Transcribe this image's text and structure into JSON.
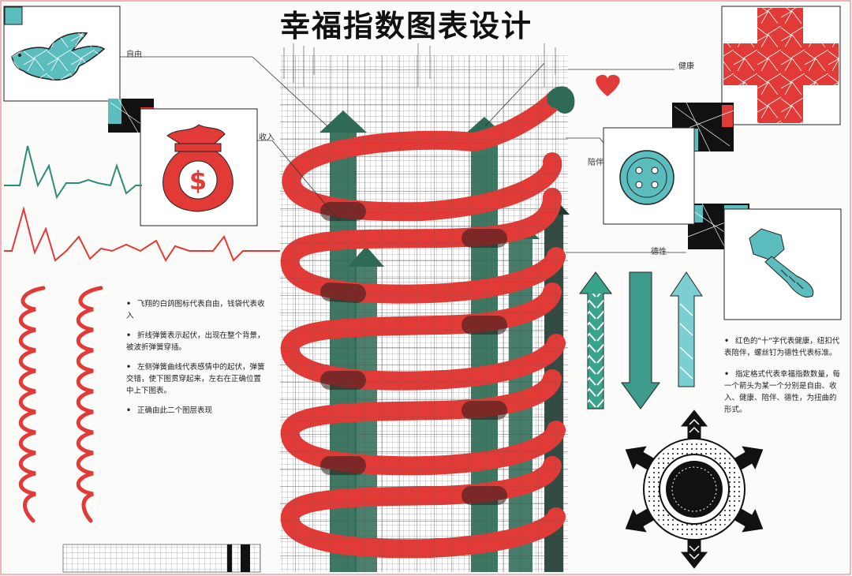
{
  "title": "幸福指数图表设计",
  "labels": {
    "freedom": "自由",
    "income": "收入",
    "health": "健康",
    "tolerance": "陪伴",
    "integrity": "德性"
  },
  "notes_left": [
    "飞翔的白鸽图标代表自由，钱袋代表收入",
    "折线弹簧表示起伏，出现在整个背景，被波折弹簧穿插。",
    "左侧弹簧曲线代表感情中的起伏，弹簧交错，使下图贯穿起来，左右在正确位置中上下图表。",
    "正确由此二个图层表现"
  ],
  "notes_right": [
    "红色的\"十\"字代表健康，纽扣代表陪伴，螺丝钉为德性代表标准。",
    "指定格式代表幸福指数数量，每一个箭头为某一个分别是自由、收入、健康、陪伴、德性，为扭曲的形式。"
  ],
  "colors": {
    "red": "#e23a36",
    "green": "#2e6b55",
    "teal": "#5bbdbd",
    "black": "#111111"
  },
  "icons": [
    "dove-icon",
    "money-bag-icon",
    "heart-icon",
    "red-cross-icon",
    "button-icon",
    "bolt-icon",
    "spring-icon",
    "arrow-icon",
    "compass-star-icon"
  ]
}
